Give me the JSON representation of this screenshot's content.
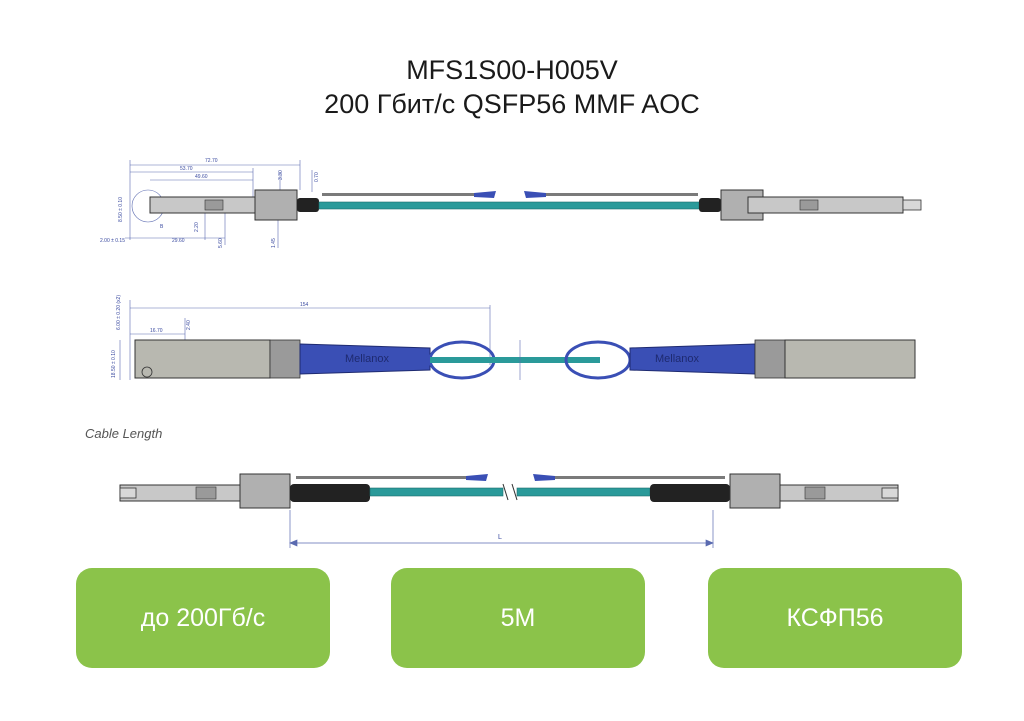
{
  "header": {
    "model": "MFS1S00-H005V",
    "subtitle": "200 Гбит/с QSFP56 MMF AOC"
  },
  "drawing": {
    "top_view_dims": [
      "72.70",
      "53.70",
      "49.60",
      "3.30",
      "0.70",
      "8.50 ± 0.10",
      "2.00 ± 0.15",
      "29.60",
      "2.20",
      "5.60",
      "1.45",
      "B"
    ],
    "side_view_dims": [
      "154",
      "16.70",
      "2.40",
      "6.00 ± 0.20 (x2)",
      "18.50 ± 0.10"
    ],
    "brand_label": "Mellanox",
    "caption": "Cable Length",
    "length_label": "L"
  },
  "badges": [
    {
      "label": "до 200Гб/с"
    },
    {
      "label": "5M"
    },
    {
      "label": "КСФП56"
    }
  ],
  "colors": {
    "badge_green": "#8bc34a",
    "cable_teal": "#2a9a9a",
    "boot_blue": "#3a4fb5",
    "housing_gray": "#b8b8b8"
  }
}
